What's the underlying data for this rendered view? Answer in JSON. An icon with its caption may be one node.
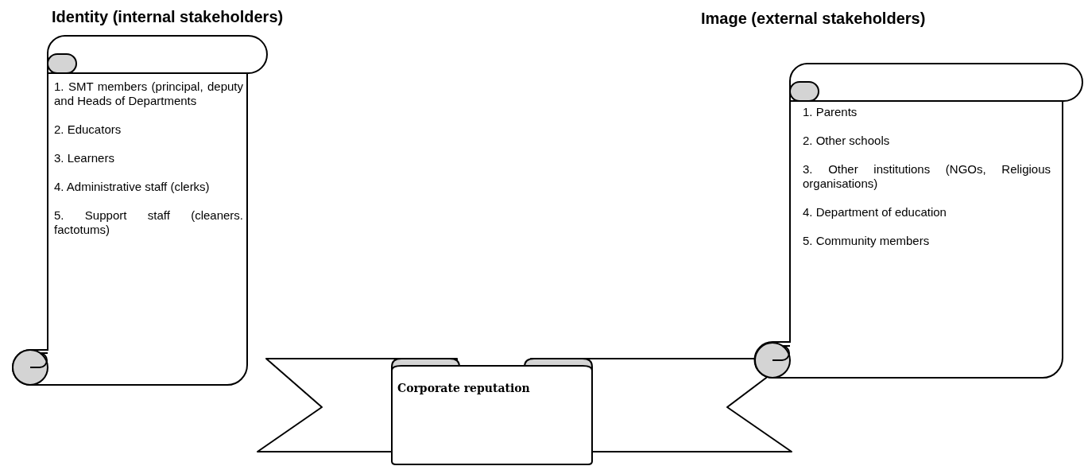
{
  "diagram": {
    "nodes": [
      {
        "text": [
          "Identity (internal stakeholders)",
          "1. SMT members (principal, deputy and Heads of Departments",
          "2. Educators",
          "3. Learners",
          "4. Administrative staff (clerks)",
          "5. Support staff (cleaners. factotums)"
        ]
      },
      {
        "text": [
          "Corporate reputation"
        ]
      },
      {
        "text": [
          "Image (external stakeholders)",
          "1. Parents",
          "2. Other schools",
          "3. Other institutions (NGOs, Religious organisations)",
          "4. Department of education",
          "5. Community members"
        ]
      }
    ]
  }
}
